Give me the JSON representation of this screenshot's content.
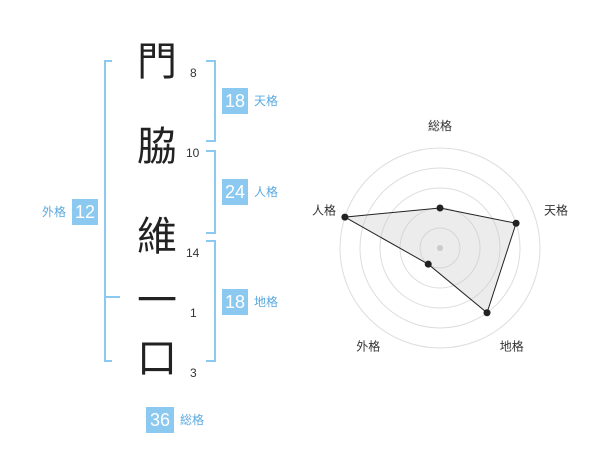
{
  "name": {
    "chars": [
      {
        "char": "門",
        "strokes": "8"
      },
      {
        "char": "脇",
        "strokes": "10"
      },
      {
        "char": "維",
        "strokes": "14"
      },
      {
        "char": "一",
        "strokes": "1"
      },
      {
        "char": "口",
        "strokes": "3"
      }
    ]
  },
  "fortunes": {
    "tenkaku": {
      "value": "18",
      "label": "天格"
    },
    "jinkaku": {
      "value": "24",
      "label": "人格"
    },
    "chikaku": {
      "value": "18",
      "label": "地格"
    },
    "gaikaku": {
      "value": "12",
      "label": "外格"
    },
    "soukaku": {
      "value": "36",
      "label": "総格"
    }
  },
  "colors": {
    "accent": "#8cc9f0",
    "label": "#5aa9e0"
  },
  "chart_data": {
    "type": "radar",
    "axes": [
      "総格",
      "天格",
      "地格",
      "外格",
      "人格"
    ],
    "values": [
      2,
      4,
      4,
      1,
      5
    ],
    "max": 5,
    "grid_rings": 5
  }
}
